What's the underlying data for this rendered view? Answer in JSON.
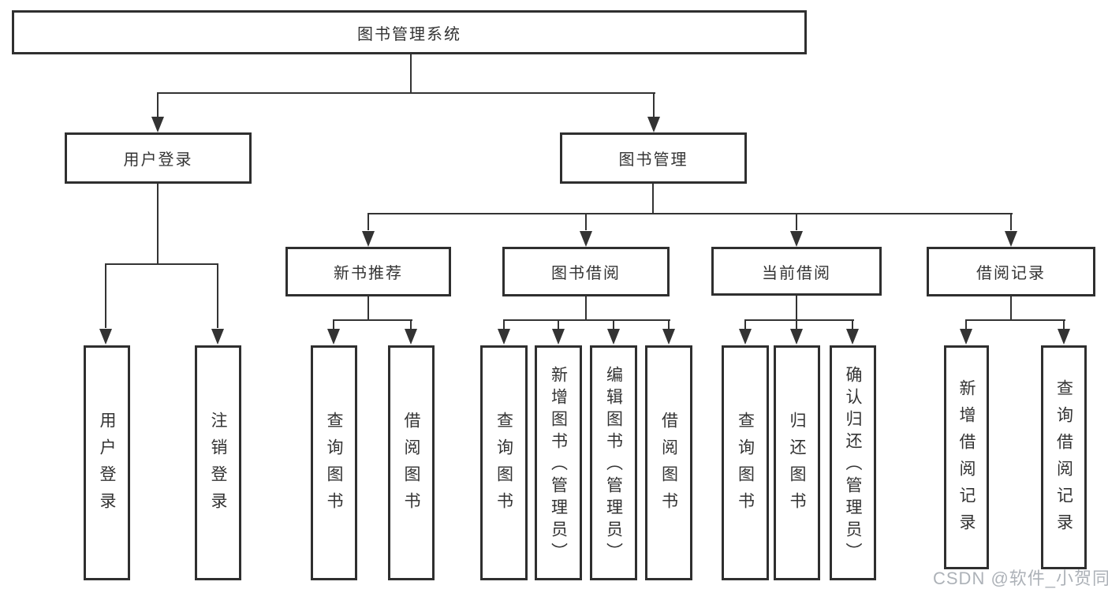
{
  "diagram_title": "图书管理系统",
  "nodes": {
    "root": "图书管理系统",
    "user_login": "用户登录",
    "book_mgmt": "图书管理",
    "new_book_rec": "新书推荐",
    "book_borrow": "图书借阅",
    "current_borrow": "当前借阅",
    "borrow_record": "借阅记录",
    "leaf_user_login": "用户登录",
    "leaf_logout": "注销登录",
    "leaf_rec_query": "查询图书",
    "leaf_rec_borrow": "借阅图书",
    "leaf_bb_query": "查询图书",
    "leaf_bb_add": "新增图书（管理员）",
    "leaf_bb_edit": "编辑图书（管理员）",
    "leaf_bb_borrow": "借阅图书",
    "leaf_cb_query": "查询图书",
    "leaf_cb_return": "归还图书",
    "leaf_cb_confirm": "确认归还（管理员）",
    "leaf_br_add": "新增借阅记录",
    "leaf_br_query": "查询借阅记录"
  },
  "edges": [
    [
      "图书管理系统",
      "用户登录"
    ],
    [
      "图书管理系统",
      "图书管理"
    ],
    [
      "用户登录",
      "用户登录"
    ],
    [
      "用户登录",
      "注销登录"
    ],
    [
      "图书管理",
      "新书推荐"
    ],
    [
      "图书管理",
      "图书借阅"
    ],
    [
      "图书管理",
      "当前借阅"
    ],
    [
      "图书管理",
      "借阅记录"
    ],
    [
      "新书推荐",
      "查询图书"
    ],
    [
      "新书推荐",
      "借阅图书"
    ],
    [
      "图书借阅",
      "查询图书"
    ],
    [
      "图书借阅",
      "新增图书（管理员）"
    ],
    [
      "图书借阅",
      "编辑图书（管理员）"
    ],
    [
      "图书借阅",
      "借阅图书"
    ],
    [
      "当前借阅",
      "查询图书"
    ],
    [
      "当前借阅",
      "归还图书"
    ],
    [
      "当前借阅",
      "确认归还（管理员）"
    ],
    [
      "借阅记录",
      "新增借阅记录"
    ],
    [
      "借阅记录",
      "查询借阅记录"
    ]
  ],
  "watermark": "CSDN @软件_小贺同学",
  "colors": {
    "line": "#333333",
    "box_border": "#2f2f2f",
    "text": "#333333",
    "watermark": "#adb2b8",
    "background": "#ffffff"
  }
}
